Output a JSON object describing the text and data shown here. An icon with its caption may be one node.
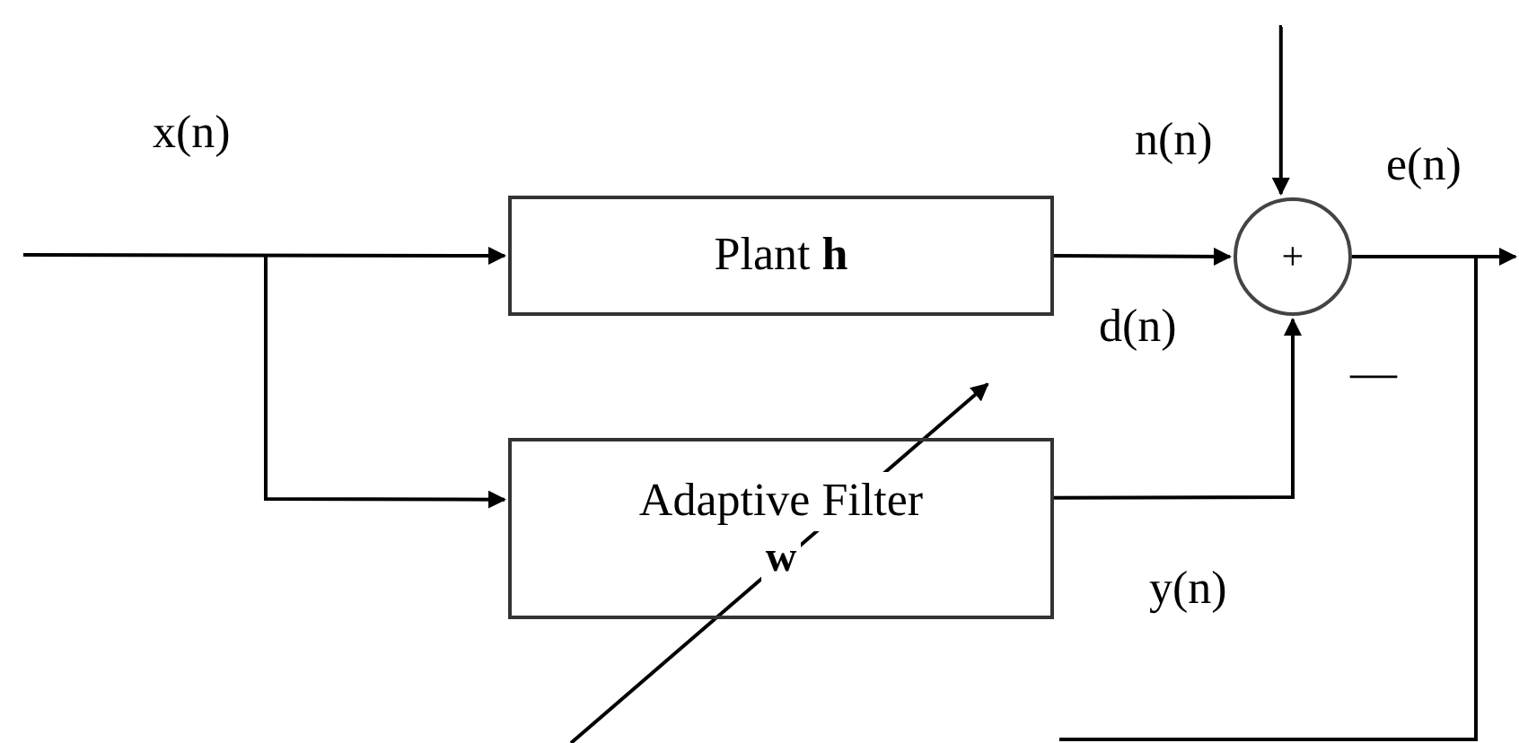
{
  "diagram": {
    "nodes": [
      {
        "text": [
          "Plant **h**"
        ]
      },
      {
        "text": [
          "Adaptive Filter",
          "w"
        ]
      },
      {
        "text": [
          "+"
        ]
      }
    ],
    "edges": [
      {
        "from": null,
        "to": 0,
        "arrow": "to"
      },
      {
        "from": null,
        "to": 1,
        "arrow": "to"
      },
      {
        "from": 0,
        "to": 2,
        "arrow": "to"
      },
      {
        "from": 1,
        "to": 2,
        "arrow": "to"
      },
      {
        "from": null,
        "to": 2,
        "arrow": "to"
      },
      {
        "from": 2,
        "to": null,
        "arrow": "to"
      },
      {
        "from": 2,
        "to": null,
        "arrow": "none"
      }
    ],
    "labels": [
      "x(n)",
      "n(n)",
      "e(n)",
      "d(n)",
      "—",
      "y(n)"
    ]
  }
}
